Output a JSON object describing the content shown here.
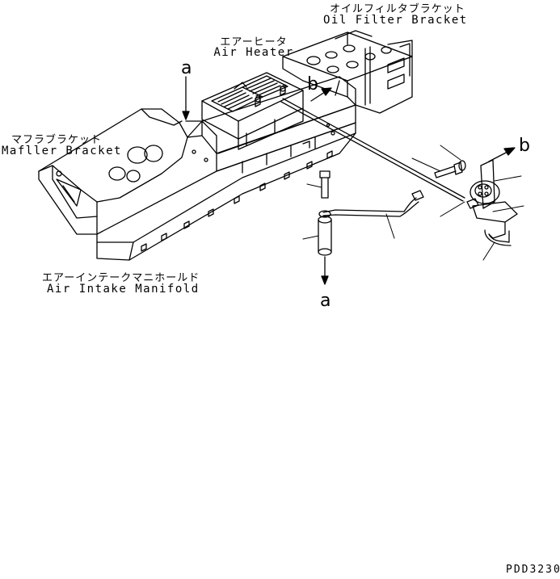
{
  "labels": {
    "oil_filter_bracket_jp": "オイルフィルタブラケット",
    "oil_filter_bracket_en": "Oil Filter Bracket",
    "air_heater_jp": "エアーヒータ",
    "air_heater_en": "Air Heater",
    "muffler_bracket_jp": "マフラブラケット",
    "muffler_bracket_en": "Mafller Bracket",
    "air_intake_manifold_jp": "エアーインテークマニホールド",
    "air_intake_manifold_en": "Air Intake Manifold"
  },
  "refs": {
    "a_top": "a",
    "a_bottom": "a",
    "b_left": "b",
    "b_right": "b"
  },
  "drawing_code": "PDD3230",
  "colors": {
    "ink": "#000000",
    "paper": "#ffffff"
  }
}
